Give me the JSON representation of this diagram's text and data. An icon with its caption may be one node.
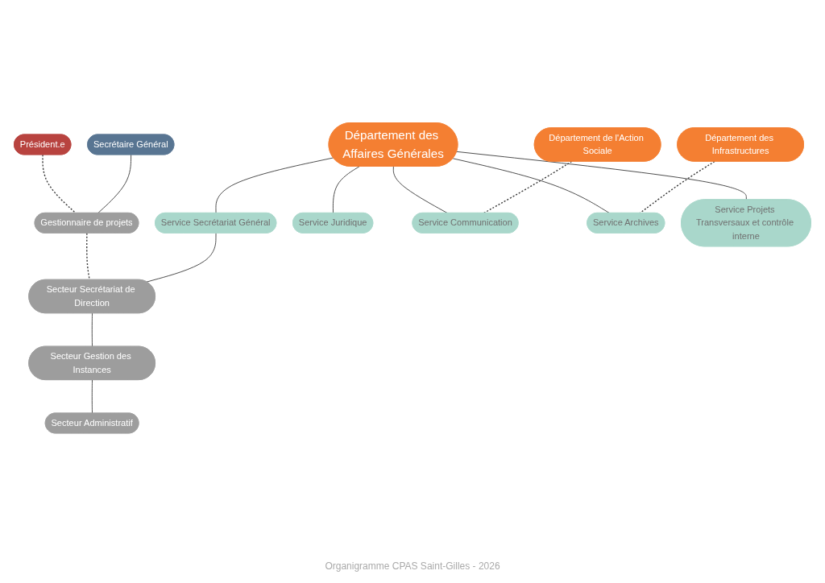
{
  "diagram": {
    "caption": "Organigramme CPAS Saint-Gilles - 2026",
    "nodes": [
      {
        "text": [
          "Président.e"
        ]
      },
      {
        "text": [
          "Secrétaire Général"
        ]
      },
      {
        "text": [
          "Gestionnaire de projets"
        ]
      },
      {
        "text": [
          "Département des Affaires Générales"
        ]
      },
      {
        "text": [
          "Département de l'Action Sociale"
        ]
      },
      {
        "text": [
          "Département des Infrastructures"
        ]
      },
      {
        "text": [
          "Service Secrétariat Général"
        ]
      },
      {
        "text": [
          "Service Juridique"
        ]
      },
      {
        "text": [
          "Service Communication"
        ]
      },
      {
        "text": [
          "Service Archives"
        ]
      },
      {
        "text": [
          "Service Projets Transversaux et contrôle interne"
        ]
      },
      {
        "text": [
          "Secteur Secrétariat de Direction"
        ]
      },
      {
        "text": [
          "Secteur Gestion des Instances"
        ]
      },
      {
        "text": [
          "Secteur Administratif"
        ]
      }
    ],
    "edges": [
      {
        "from": 0,
        "to": 2,
        "arrow": "none",
        "style": "dashed"
      },
      {
        "from": 1,
        "to": 2,
        "arrow": "none"
      },
      {
        "from": 3,
        "to": 6,
        "arrow": "none"
      },
      {
        "from": 3,
        "to": 7,
        "arrow": "none"
      },
      {
        "from": 3,
        "to": 8,
        "arrow": "none"
      },
      {
        "from": 3,
        "to": 9,
        "arrow": "none"
      },
      {
        "from": 3,
        "to": 10,
        "arrow": "none"
      },
      {
        "from": 4,
        "to": 8,
        "arrow": "none",
        "style": "dashed"
      },
      {
        "from": 5,
        "to": 9,
        "arrow": "none",
        "style": "dashed"
      },
      {
        "from": 2,
        "to": 11,
        "arrow": "none",
        "style": "dashed"
      },
      {
        "from": 6,
        "to": 11,
        "arrow": "none"
      },
      {
        "from": 11,
        "to": 12,
        "arrow": "none"
      },
      {
        "from": 12,
        "to": 13,
        "arrow": "none"
      }
    ]
  }
}
